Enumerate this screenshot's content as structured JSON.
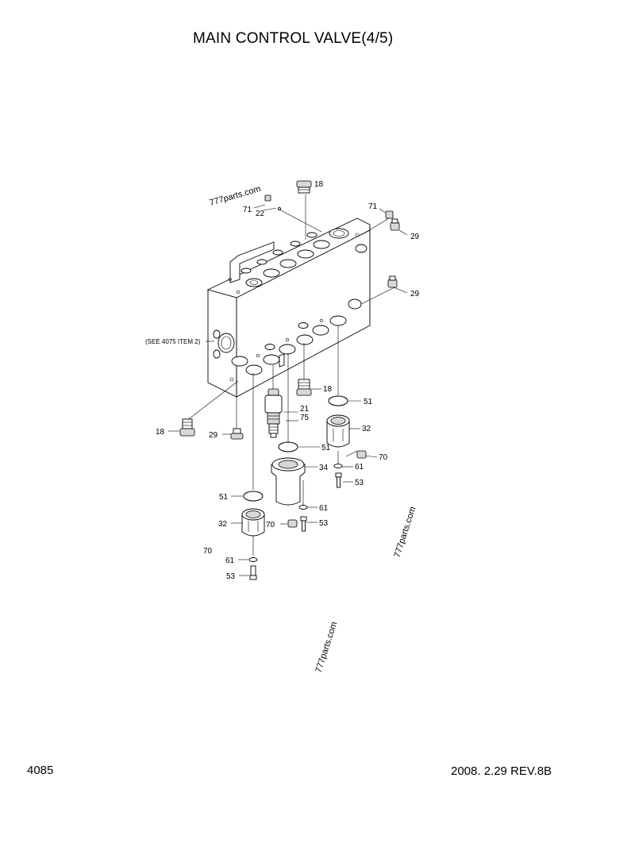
{
  "header": {
    "title": "MAIN CONTROL VALVE(4/5)"
  },
  "footer": {
    "page_number": "4085",
    "revision": "2008. 2.29  REV.8B"
  },
  "watermarks": [
    "777parts.com",
    "777parts.com",
    "777parts.com"
  ],
  "note": "(SEE 4075 ITEM 2)",
  "callouts": {
    "c18a": "18",
    "c71a": "71",
    "c22": "22",
    "c71b": "71",
    "c29a": "29",
    "c29b": "29",
    "c18b": "18",
    "c51a": "51",
    "c21": "21",
    "c75": "75",
    "c32a": "32",
    "c18c": "18",
    "c29c": "29",
    "c51b": "51",
    "c70a": "70",
    "c61a": "61",
    "c34": "34",
    "c53a": "53",
    "c51c": "51",
    "c61b": "61",
    "c32b": "32",
    "c70b": "70",
    "c53b": "53",
    "c70c": "70",
    "c61c": "61",
    "c53c": "53"
  }
}
